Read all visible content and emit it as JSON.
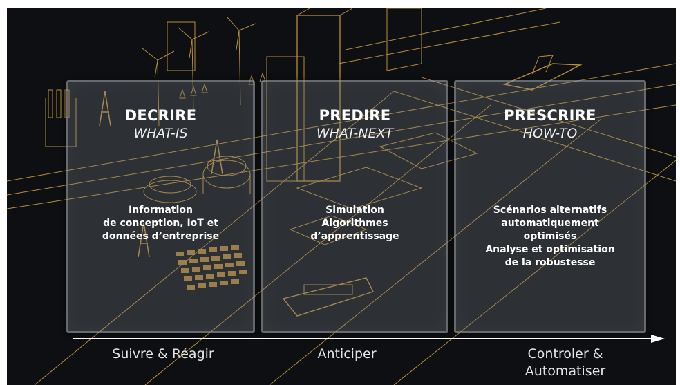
{
  "colors": {
    "background": "#0d0f12",
    "line_art": "#d9a441",
    "text": "#ffffff",
    "arrow": "#ffffff"
  },
  "cards": [
    {
      "title": "DECRIRE",
      "subtitle": "WHAT-IS",
      "body": [
        "Information",
        "de conception, IoT et",
        "données d’entreprise"
      ]
    },
    {
      "title": "PREDIRE",
      "subtitle": "WHAT-NEXT",
      "body": [
        "Simulation",
        "Algorithmes",
        "d’apprentissage"
      ]
    },
    {
      "title": "PRESCRIRE",
      "subtitle": "HOW-TO",
      "body": [
        "Scénarios alternatifs",
        "automatiquement",
        "optimisés",
        "Analyse et optimisation",
        "de la robustesse"
      ]
    }
  ],
  "timeline": {
    "phases": [
      {
        "lines": [
          "Suivre & Réagir"
        ]
      },
      {
        "lines": [
          "Anticiper"
        ]
      },
      {
        "lines": [
          "Controler &",
          "Automatiser"
        ]
      }
    ]
  }
}
